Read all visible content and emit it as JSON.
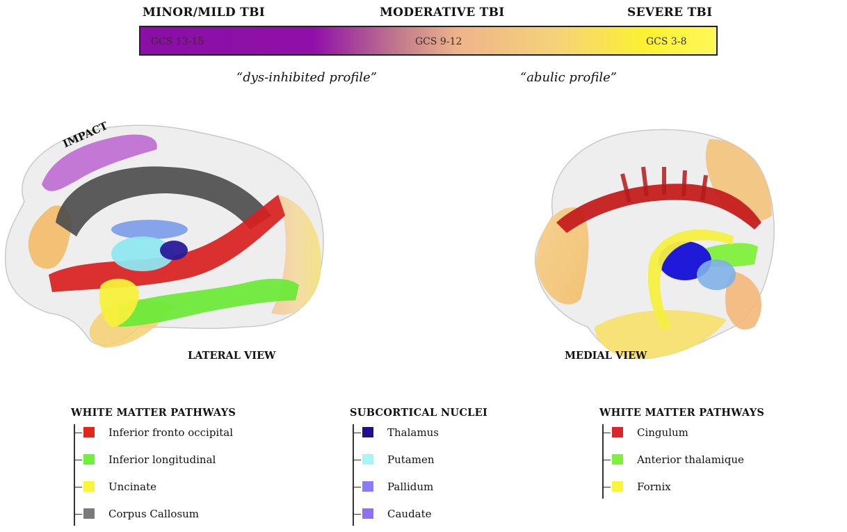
{
  "severity_scale": {
    "labels": [
      "MINOR/MILD TBI",
      "MODERATIVE TBI",
      "SEVERE TBI"
    ],
    "gcs": [
      "GCS 13-15",
      "GCS 9-12",
      "GCS 3-8"
    ],
    "profiles": [
      "“dys-inhibited profile”",
      "“abulic profile”"
    ]
  },
  "views": {
    "impact": "IMPACT",
    "lateral": "LATERAL VIEW",
    "medial": "MEDIAL VIEW"
  },
  "legends": [
    {
      "title": "WHITE MATTER PATHWAYS",
      "items": [
        {
          "label": "Inferior fronto occipital",
          "color": "#e0261f"
        },
        {
          "label": "Inferior longitudinal",
          "color": "#6df23a"
        },
        {
          "label": "Uncinate",
          "color": "#f8f53a"
        },
        {
          "label": "Corpus Callosum",
          "color": "#7a7a7a"
        }
      ]
    },
    {
      "title": "SUBCORTICAL NUCLEI",
      "items": [
        {
          "label": "Thalamus",
          "color": "#22108a"
        },
        {
          "label": "Putamen",
          "color": "#a8f4f7"
        },
        {
          "label": "Pallidum",
          "color": "#8a7cf5"
        },
        {
          "label": "Caudate",
          "color": "#8f70f0"
        }
      ]
    },
    {
      "title": "WHITE MATTER PATHWAYS",
      "items": [
        {
          "label": "Cingulum",
          "color": "#d9262a"
        },
        {
          "label": "Anterior thalamique",
          "color": "#7cf23a"
        },
        {
          "label": "Fornix",
          "color": "#f8f53a"
        }
      ]
    }
  ]
}
